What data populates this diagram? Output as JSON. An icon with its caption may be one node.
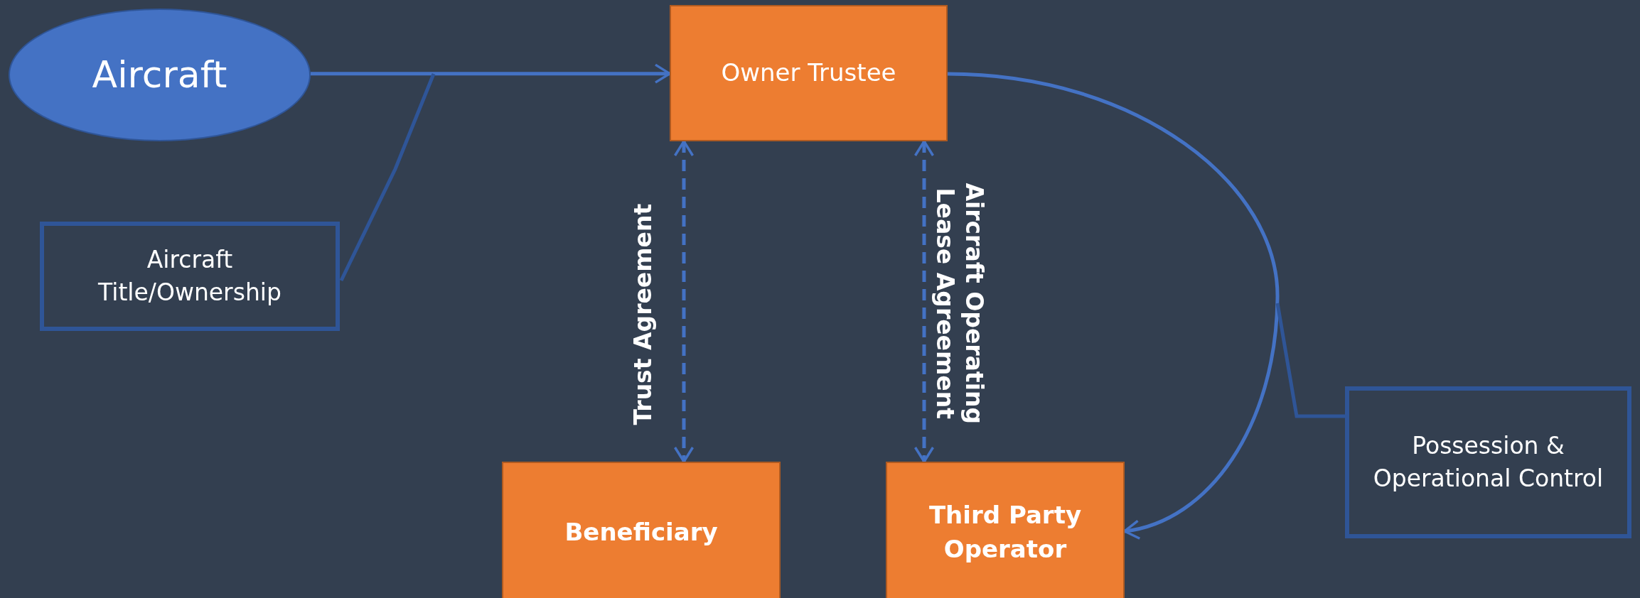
{
  "diagram": {
    "nodes": [
      {
        "text": [
          "Aircraft"
        ]
      },
      {
        "text": [
          "Owner Trustee"
        ]
      },
      {
        "text": [
          "Aircraft Title/Ownership"
        ]
      },
      {
        "text": [
          "Beneficiary"
        ]
      },
      {
        "text": [
          "Third Party Operator"
        ]
      },
      {
        "text": [
          "Possession & Operational Control"
        ]
      }
    ],
    "edges": [
      {
        "from": 0,
        "to": 1,
        "arrow": "to"
      },
      {
        "from": 2,
        "to": null,
        "arrow": "none",
        "color": "#2f5597"
      },
      {
        "from": 1,
        "to": 3,
        "arrow": "both",
        "style": "dashed",
        "label": "Trust Agreement"
      },
      {
        "from": 1,
        "to": 4,
        "arrow": "both",
        "style": "dashed",
        "label": "Aircraft Operating Lease Agreement"
      },
      {
        "from": 1,
        "to": 4,
        "arrow": "to"
      },
      {
        "from": 5,
        "to": null,
        "arrow": "none",
        "color": "#2f5597"
      }
    ]
  }
}
